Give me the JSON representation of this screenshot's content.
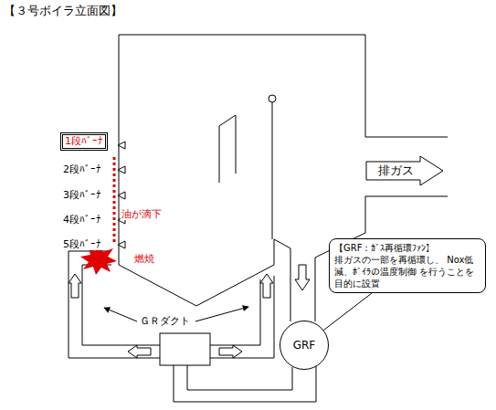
{
  "diagram": {
    "title": "【３号ボイラ立面図】",
    "nodes": [
      {
        "text": [
          "1段ﾊﾞｰﾅ"
        ]
      },
      {
        "text": [
          "排ガス"
        ]
      },
      {
        "text": [
          "【GRF：ｶﾞｽ再循環ﾌｧﾝ】",
          "排ガスの一部を再循環し、 Nox低減、ﾎﾞｲﾗの温度制御 を行うことを目的に設置"
        ]
      },
      {
        "text": [
          "GRF"
        ]
      }
    ],
    "edges": [
      {
        "from": 2,
        "to": 3,
        "arrow": "none"
      }
    ],
    "labels": [
      "2段ﾊﾞｰﾅ",
      "3段ﾊﾞｰﾅ",
      "4段ﾊﾞｰﾅ",
      "5段ﾊﾞｰﾅ",
      "油が滴下",
      "燃焼",
      "ＧＲダクト"
    ]
  }
}
